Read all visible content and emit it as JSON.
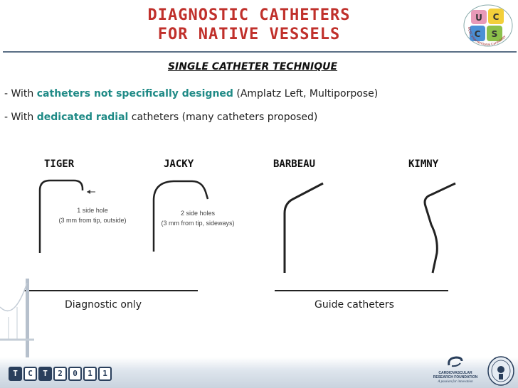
{
  "title": {
    "line1": "DIAGNOSTIC CATHETERS",
    "line2": "FOR NATIVE VESSELS"
  },
  "subtitle": "SINGLE CATHETER TECHNIQUE",
  "bullets": [
    {
      "prefix": "- With ",
      "highlight": "catheters not specifically designed",
      "suffix": " (Amplatz Left, Multiporpose)"
    },
    {
      "prefix": "- With ",
      "highlight": "dedicated radial",
      "suffix": " catheters (many catheters proposed)"
    }
  ],
  "catheters": [
    {
      "name": "TIGER",
      "note1": "1 side hole",
      "note2": "(3 mm from tip, outside)"
    },
    {
      "name": "JACKY",
      "note1": "2 side holes",
      "note2": "(3 mm from tip, sideways)"
    },
    {
      "name": "BARBEAU"
    },
    {
      "name": "KIMNY"
    }
  ],
  "groups": {
    "diagnostic": "Diagnostic only",
    "guide": "Guide catheters"
  },
  "footer": {
    "tct": [
      "T",
      "C",
      "T",
      "2",
      "0",
      "1",
      "1"
    ],
    "crf_line1": "CARDIOVASCULAR",
    "crf_line2": "RESEARCH FOUNDATION",
    "crf_line3": "A passion for innovation"
  },
  "logo": {
    "letters": [
      "U",
      "C",
      "C",
      "S"
    ],
    "ring_text": "UCSC Interventional Cardiology"
  },
  "colors": {
    "title": "#c0302b",
    "highlight": "#1f8a86",
    "rule": "#5a6f86",
    "footer_accent": "#2a3f5c"
  }
}
